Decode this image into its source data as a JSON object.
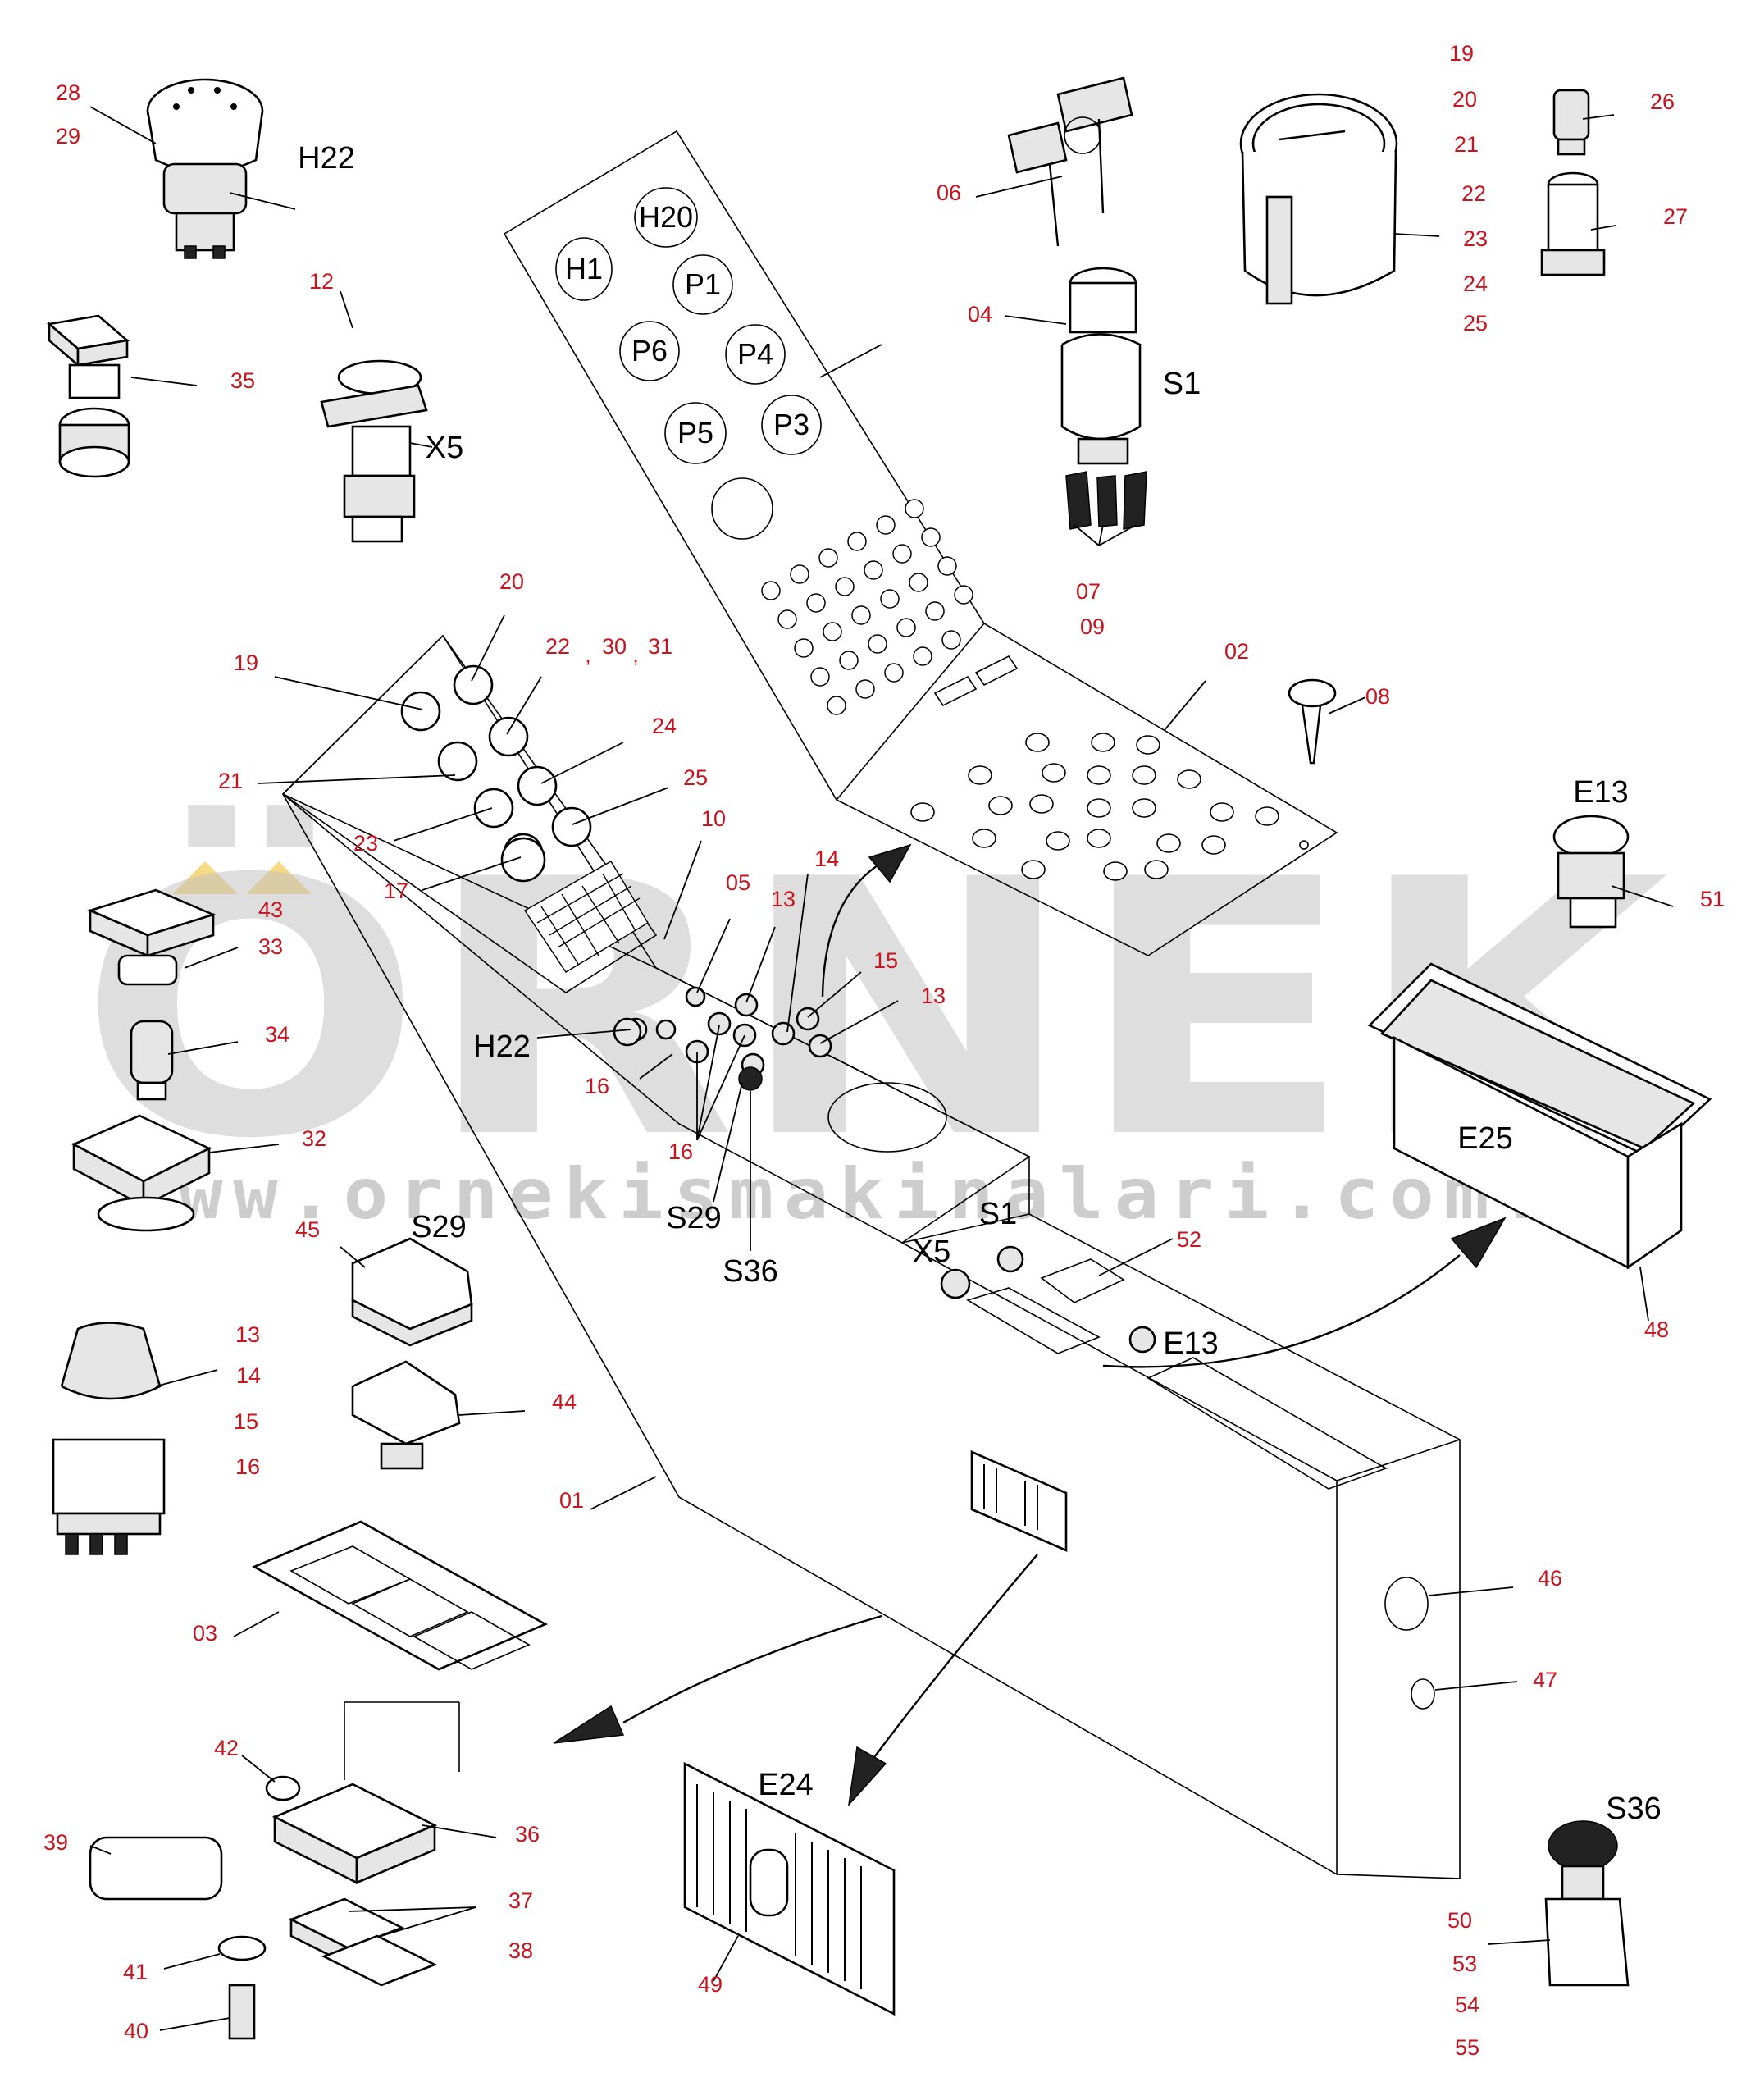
{
  "watermark": {
    "brand": "ÖRNEK",
    "url": "www.ornekismakinalari.com.tr",
    "color": "#c4c4c4",
    "accent": "#f2c230"
  },
  "colors": {
    "callout_number": "#c8141e",
    "line": "#000000",
    "background": "#ffffff"
  },
  "panel_labels": [
    "H20",
    "H1",
    "P1",
    "P6",
    "P4",
    "P5",
    "P3"
  ],
  "captions": {
    "H22_top": "H22",
    "X5_top": "X5",
    "S1_top": "S1",
    "E13_top": "E13",
    "E25": "E25",
    "S29": "S29",
    "H22_mid": "H22",
    "S29_mid": "S29",
    "S36_mid": "S36",
    "X5_mid": "X5",
    "S1_mid": "S1",
    "E13_mid": "E13",
    "E24": "E24",
    "S36_bottom": "S36"
  },
  "callouts": {
    "c28": "28",
    "c29": "29",
    "c35": "35",
    "c12": "12",
    "c06": "06",
    "c04": "04",
    "c07": "07",
    "c09": "09",
    "c19a": "19",
    "c20a": "20",
    "c21a": "21",
    "c22a": "22",
    "c23a": "23",
    "c24a": "24",
    "c25a": "25",
    "c26": "26",
    "c27": "27",
    "c02": "02",
    "c08": "08",
    "c20b": "20",
    "c19b": "19",
    "c22b": "22",
    "c30": "30",
    "c31": "31",
    "comma1": ",",
    "comma2": ",",
    "c24b": "24",
    "c21b": "21",
    "c25b": "25",
    "c23b": "23",
    "c17": "17",
    "c10": "10",
    "c05": "05",
    "c13a": "13",
    "c14a": "14",
    "c15a": "15",
    "c13b": "13",
    "c16a": "16",
    "c16b": "16",
    "c43": "43",
    "c33": "33",
    "c34": "34",
    "c32": "32",
    "c45": "45",
    "c44": "44",
    "c13c": "13",
    "c14b": "14",
    "c15b": "15",
    "c16c": "16",
    "c01": "01",
    "c52": "52",
    "c51": "51",
    "c48": "48",
    "c46": "46",
    "c47": "47",
    "c03": "03",
    "c42": "42",
    "c36": "36",
    "c39": "39",
    "c37": "37",
    "c38": "38",
    "c41": "41",
    "c40": "40",
    "c49": "49",
    "c50": "50",
    "c53": "53",
    "c54": "54",
    "c55": "55"
  }
}
